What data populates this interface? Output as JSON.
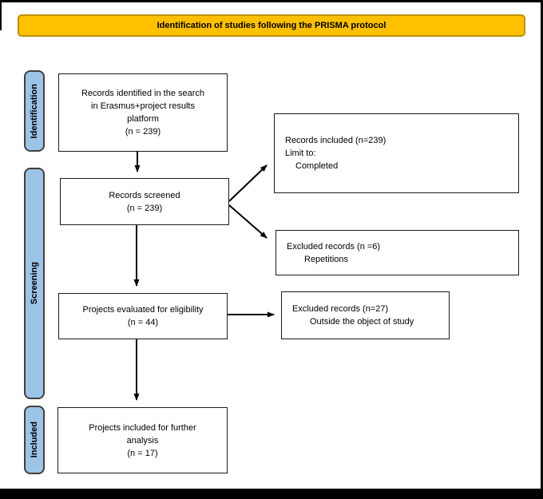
{
  "title": "Identification of studies following the PRISMA protocol",
  "colors": {
    "title_fill": "#FFC000",
    "title_border": "#BF9000",
    "stage_fill": "#9DC3E6",
    "stage_border": "#404040",
    "box_border": "#1a1a1a",
    "arrow": "#000000"
  },
  "stages": [
    {
      "label": "Identification"
    },
    {
      "label": "Screening"
    },
    {
      "label": "Included"
    }
  ],
  "boxes": {
    "identified": {
      "lines": [
        "Records identified in the search",
        "in Erasmus+project results",
        "platform",
        "(n = 239)"
      ]
    },
    "screened": {
      "lines": [
        "Records screened",
        "(n = 239)"
      ]
    },
    "records_included": {
      "lines": [
        "Records included (n=239)",
        "Limit to:",
        "Completed"
      ]
    },
    "excluded_repetitions": {
      "lines": [
        "Excluded records (n =6)",
        "Repetitions"
      ]
    },
    "eligibility": {
      "lines": [
        "Projects evaluated for eligibility",
        "(n = 44)"
      ]
    },
    "excluded_outside": {
      "lines": [
        "Excluded records (n=27)",
        "Outside the object of study"
      ]
    },
    "final_included": {
      "lines": [
        "Projects included for further",
        "analysis",
        "(n = 17)"
      ]
    }
  }
}
